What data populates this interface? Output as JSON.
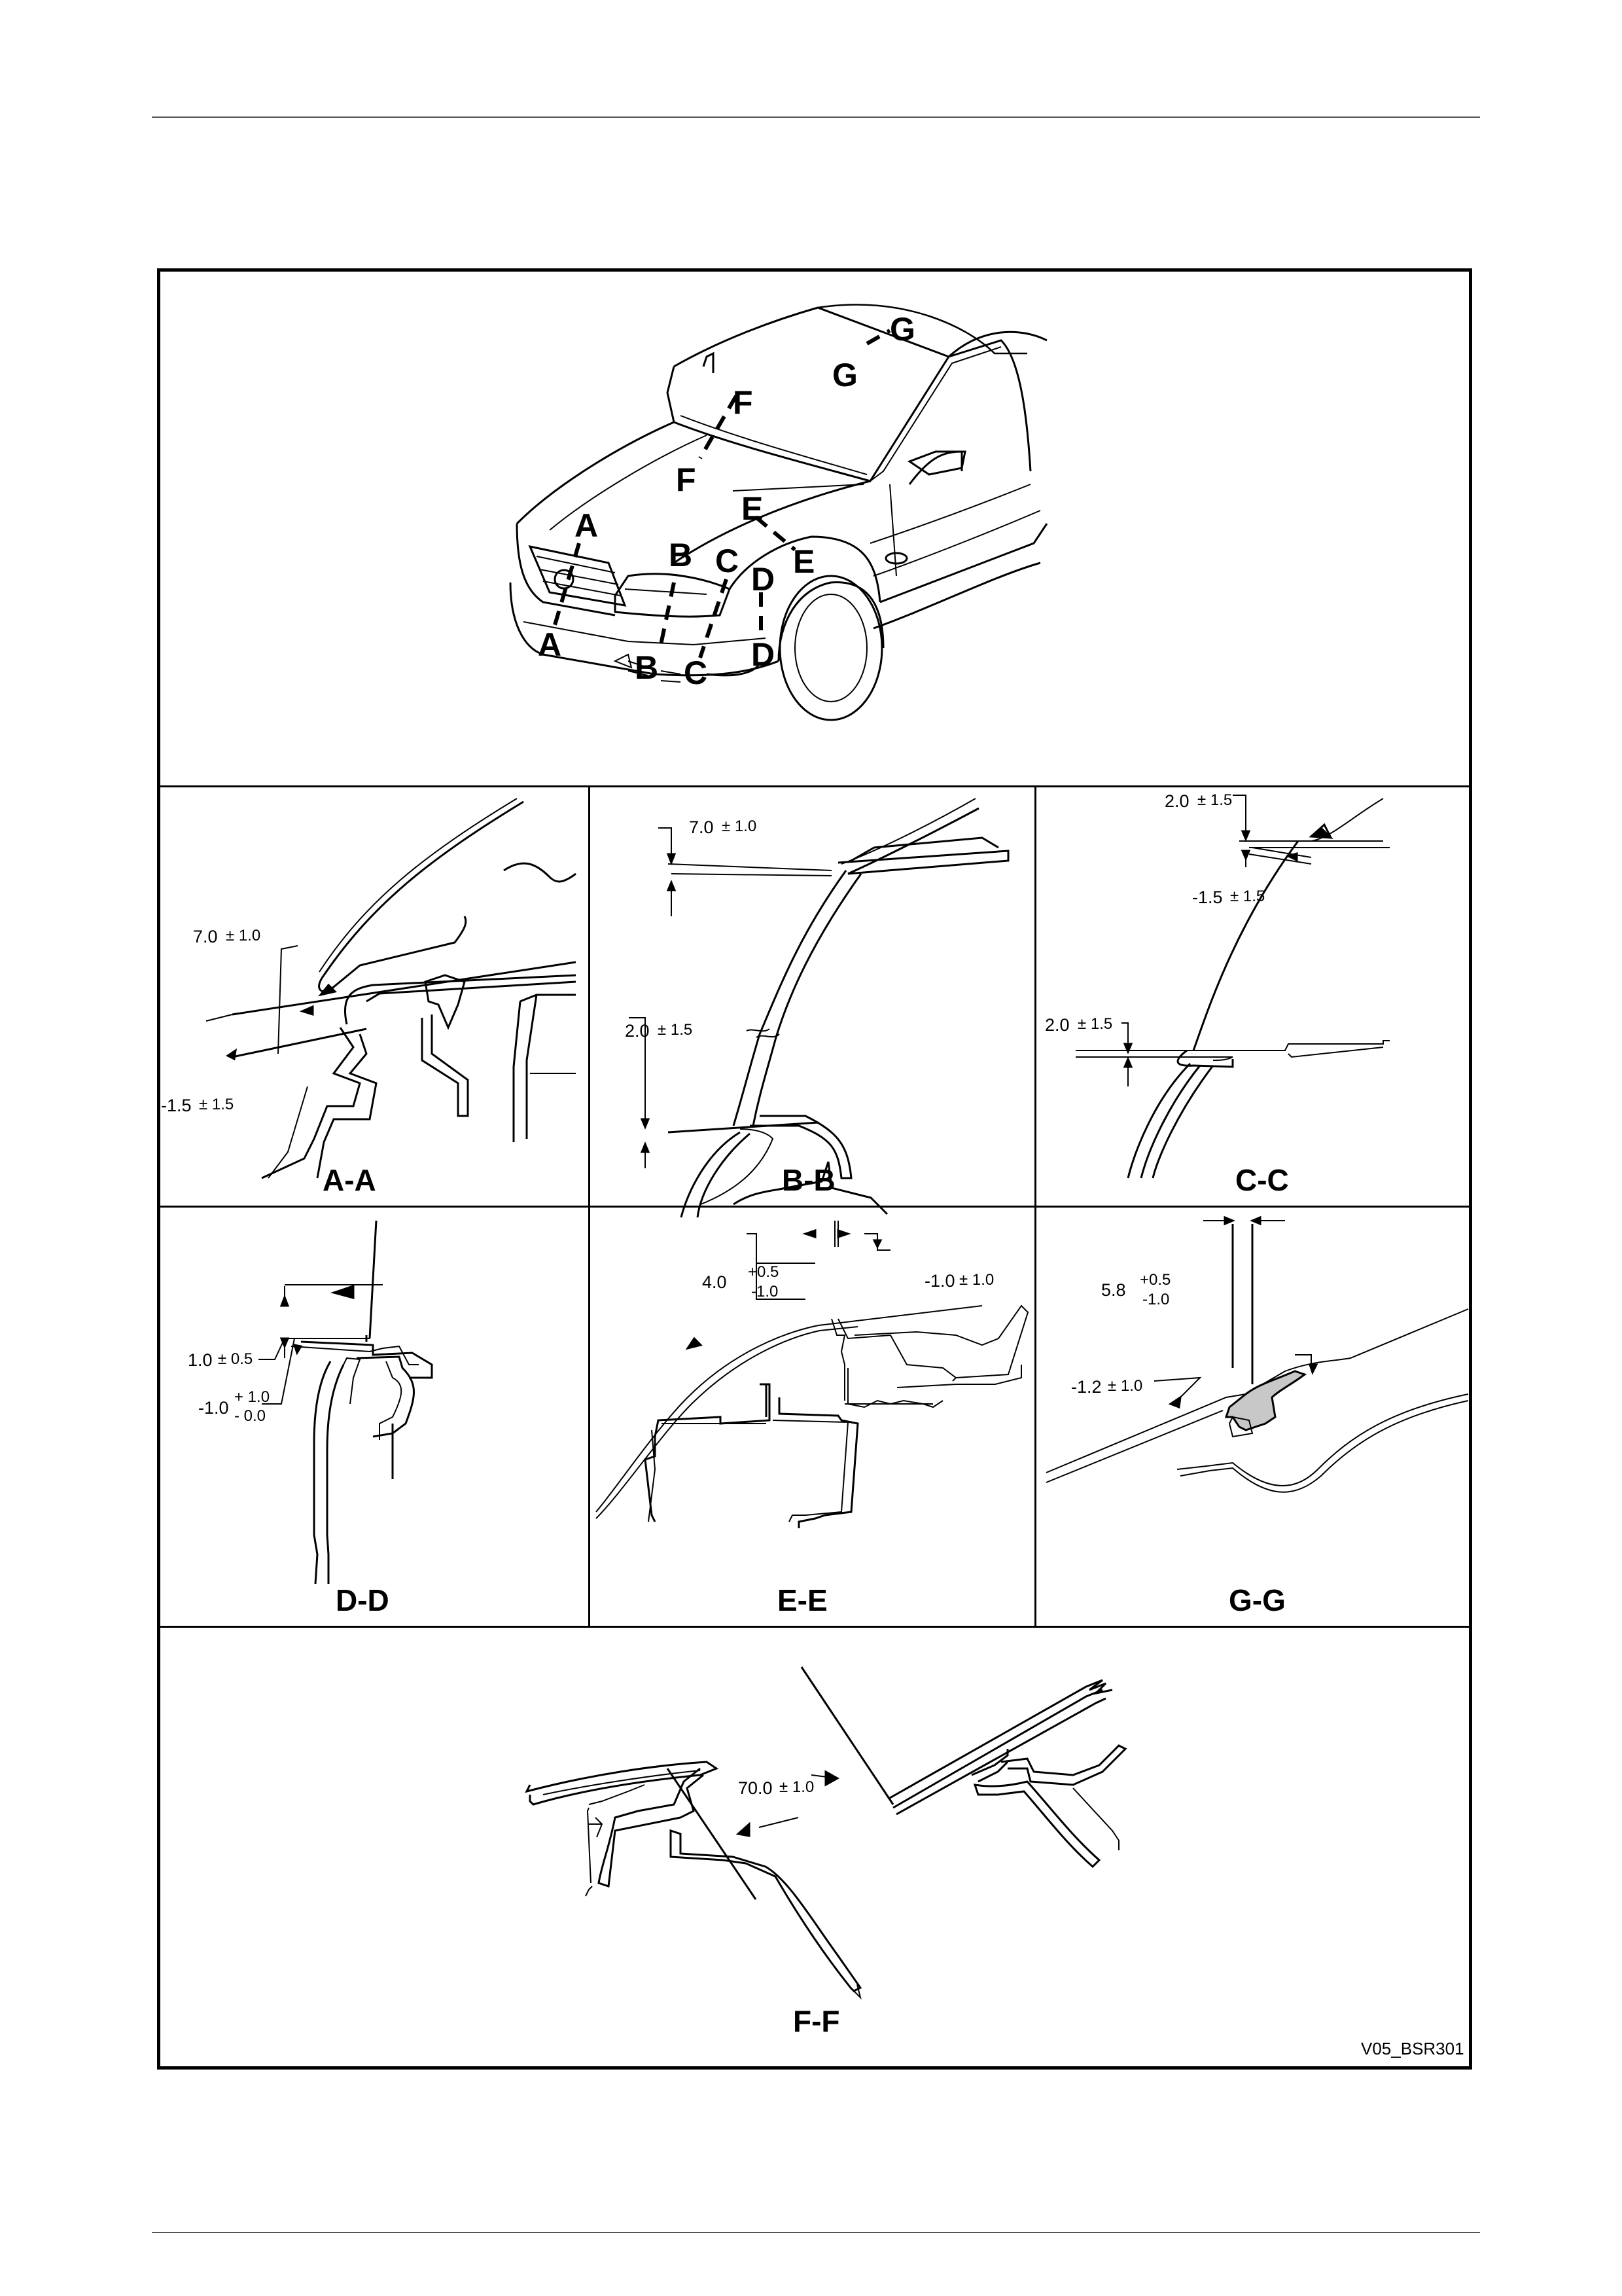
{
  "overview": {
    "labels": [
      "A",
      "A",
      "B",
      "B",
      "C",
      "C",
      "D",
      "D",
      "E",
      "E",
      "F",
      "F",
      "G",
      "G"
    ]
  },
  "sections": [
    {
      "title": "A-A",
      "dims": [
        {
          "v": "7.0",
          "t": "± 1.0"
        },
        {
          "v": "-1.5",
          "t": "± 1.5"
        }
      ]
    },
    {
      "title": "B-B",
      "dims": [
        {
          "v": "7.0",
          "t": "± 1.0"
        },
        {
          "v": "2.0",
          "t": "± 1.5"
        }
      ]
    },
    {
      "title": "C-C",
      "dims": [
        {
          "v": "2.0",
          "t": "± 1.5"
        },
        {
          "v": "-1.5",
          "t": "± 1.5"
        },
        {
          "v": "2.0",
          "t": "± 1.5"
        }
      ]
    },
    {
      "title": "D-D",
      "dims": [
        {
          "v": "1.0",
          "t": "± 0.5"
        },
        {
          "v": "-1.0",
          "t_up": "+ 1.0",
          "t_dn": "- 0.0"
        }
      ]
    },
    {
      "title": "E-E",
      "dims": [
        {
          "v": "4.0",
          "t_up": "+0.5",
          "t_dn": "-1.0"
        },
        {
          "v": "-1.0",
          "t": "± 1.0"
        }
      ]
    },
    {
      "title": "G-G",
      "dims": [
        {
          "v": "5.8",
          "t_up": "+0.5",
          "t_dn": "-1.0"
        },
        {
          "v": "-1.2",
          "t": "± 1.0"
        }
      ]
    },
    {
      "title": "F-F",
      "dims": [
        {
          "v": "70.0",
          "t": "± 1.0"
        }
      ]
    }
  ],
  "figure_ref": "V05_BSR301"
}
